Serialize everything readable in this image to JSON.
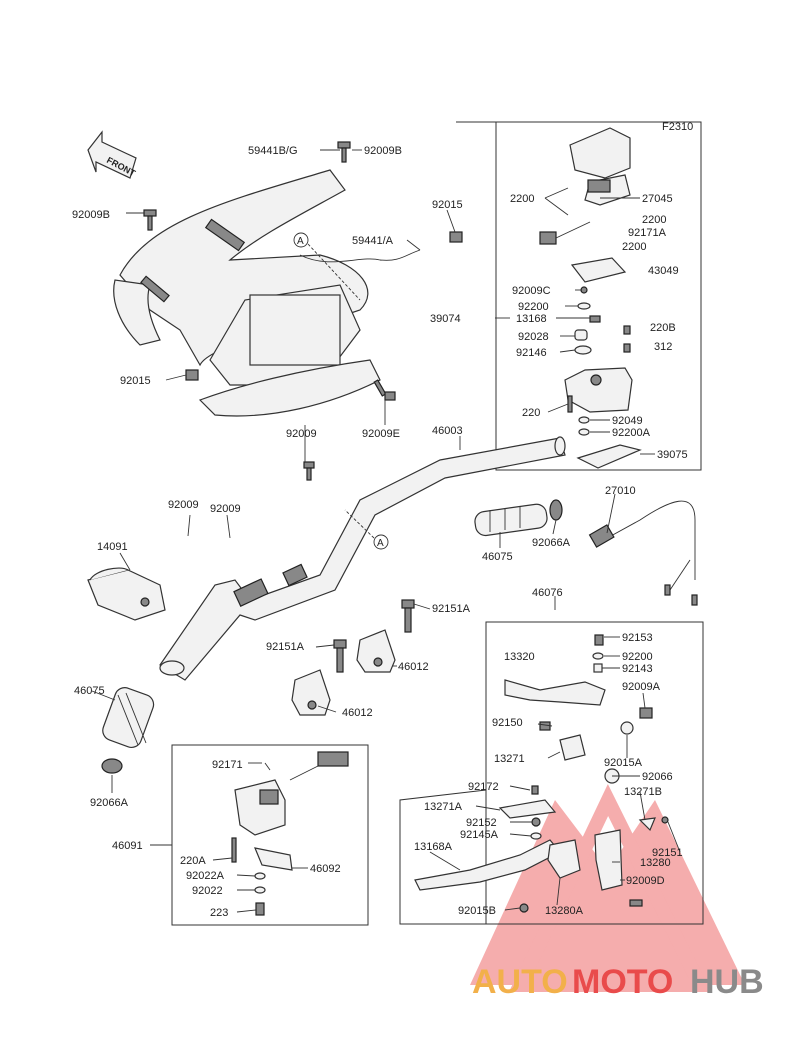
{
  "diagram": {
    "code": "F2310",
    "front_label": "FRONT",
    "callout_marker": "A",
    "parts": {
      "p59441bg": "59441B/G",
      "p92009b_top": "92009B",
      "p92009b_left": "92009B",
      "p59441a": "59441/A",
      "p92015_top": "92015",
      "p92015_left": "92015",
      "p92009_mid": "92009",
      "p92009e": "92009E",
      "p46003": "46003",
      "p92009_a": "92009",
      "p92009_b": "92009",
      "p14091": "14091",
      "p46075_left": "46075",
      "p92066a_left": "92066A",
      "p46075_grip": "46075",
      "p92066a_grip": "92066A",
      "p27010": "27010",
      "p46076": "46076",
      "p92151a_right": "92151A",
      "p92151a_left": "92151A",
      "p46012_a": "46012",
      "p46012_b": "46012",
      "p2200c_1": "2200",
      "p27045": "27045",
      "p2200c_2": "2200",
      "p92171a": "92171A",
      "p2200c_3": "2200",
      "p43049": "43049",
      "p92009c": "92009C",
      "p92200_r": "92200",
      "p13168": "13168",
      "p39074": "39074",
      "p92028": "92028",
      "p220b": "220B",
      "p92146": "92146",
      "p312": "312",
      "p220": "220",
      "p92049": "92049",
      "p92200a": "92200A",
      "p39075": "39075",
      "p92153": "92153",
      "p13320": "13320",
      "p92200_b": "92200",
      "p92143": "92143",
      "p92009a": "92009A",
      "p92150": "92150",
      "p13271": "13271",
      "p92015a": "92015A",
      "p92066": "92066",
      "p92172": "92172",
      "p13271b": "13271B",
      "p13271a": "13271A",
      "p92152": "92152",
      "p92145a": "92145A",
      "p13168a": "13168A",
      "p92151": "92151",
      "p13280": "13280",
      "p92009d": "92009D",
      "p92015b": "92015B",
      "p13280a": "13280A",
      "p92171": "92171",
      "p46091": "46091",
      "p220a": "220A",
      "p92022a": "92022A",
      "p46092": "46092",
      "p92022": "92022",
      "p223": "223"
    },
    "watermark": {
      "part1": "AUTO",
      "part2": "MOTO",
      "part3": "HUB",
      "color1": "#f2b04a",
      "color2": "#e94b4b",
      "color3": "#8a8a8a"
    }
  }
}
